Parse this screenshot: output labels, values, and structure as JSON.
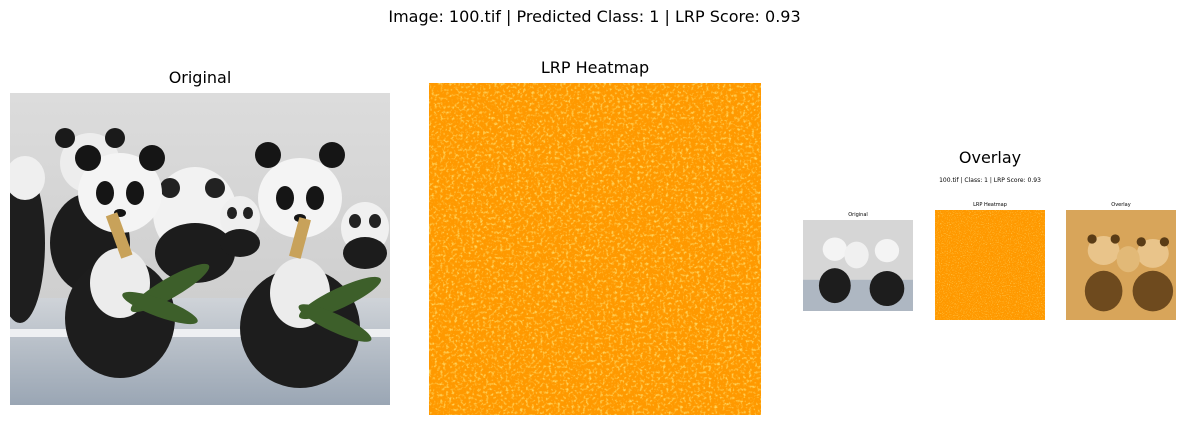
{
  "figure": {
    "suptitle": "Image: 100.tif | Predicted Class: 1 | LRP Score: 0.93"
  },
  "panels": {
    "original": {
      "title": "Original"
    },
    "heatmap": {
      "title": "LRP Heatmap"
    },
    "overlay": {
      "title": "Overlay",
      "embedded": {
        "suptitle": "100.tif | Class: 1 | LRP Score: 0.93",
        "original_title": "Original",
        "heatmap_title": "LRP Heatmap",
        "overlay_title": "Overlay"
      }
    }
  },
  "colors": {
    "heatmap_base": "#ff9900",
    "overlay_tint": "#d8a55a"
  }
}
